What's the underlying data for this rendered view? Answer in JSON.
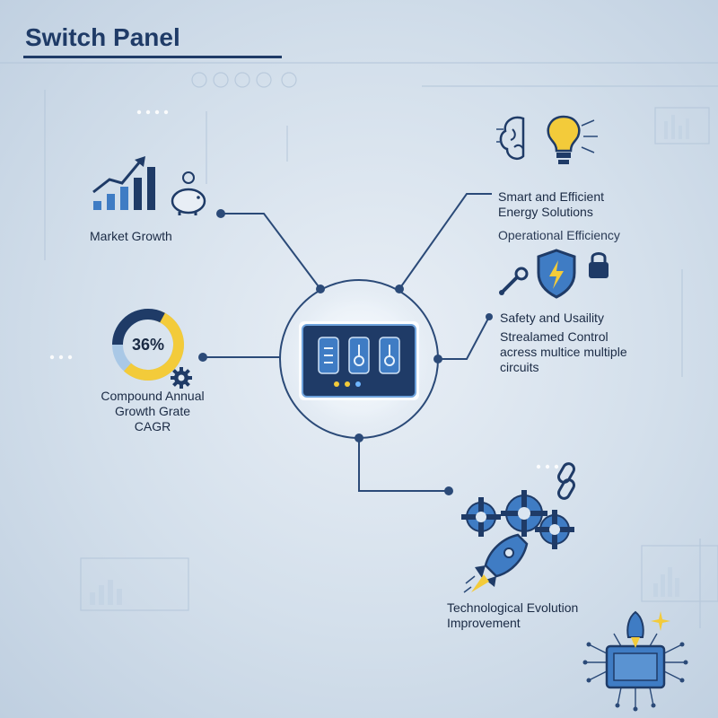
{
  "title": "Switch Panel",
  "nodes": {
    "market": {
      "label": "Market Growth"
    },
    "cagr": {
      "value": "36%",
      "line1": "Compound Annual",
      "line2": "Growth Grate",
      "line3": "CAGR"
    },
    "energy": {
      "line1": "Smart and Efficient",
      "line2": "Energy Solutions",
      "sub": "Operational Efficiency"
    },
    "safety": {
      "line1": "Safety and Usaility",
      "line2": "Strealamed Control",
      "line3": "acress multice multiple",
      "line4": "circuits"
    },
    "tech": {
      "line1": "Technological Evolution",
      "line2": "Improvement"
    }
  },
  "colors": {
    "navy": "#1f3b67",
    "line": "#2b4a78",
    "blue": "#3f7cc4",
    "yellow": "#f3cb3a",
    "light_blue": "#a9c8e6"
  },
  "icons": [
    "bar-chart-icon",
    "piggy-bank-icon",
    "donut-chart-icon",
    "gear-icon",
    "brain-icon",
    "lightbulb-icon",
    "wrench-icon",
    "shield-icon",
    "lock-icon",
    "gears-icon",
    "chain-link-icon",
    "rocket-icon",
    "circuit-chip-icon",
    "sparkle-icon",
    "switch-panel-icon"
  ]
}
